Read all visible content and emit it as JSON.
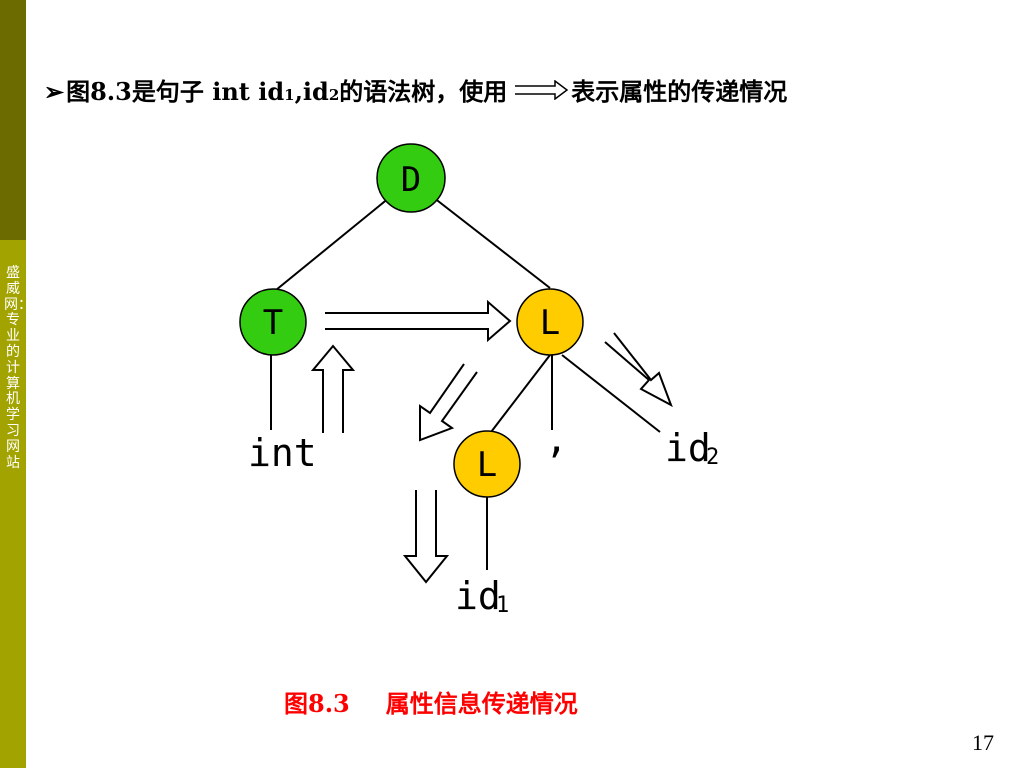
{
  "sidebar": {
    "text": "盛威网：专业的计算机学习网站"
  },
  "headline": {
    "bullet": "➢",
    "part1": "图8.3是句子 int id",
    "sub1": "1",
    "part2": ",id",
    "sub2": "2",
    "part3": "的语法树，使用",
    "part4": "表示属性的传递情况"
  },
  "tree": {
    "nodes": {
      "root": "D",
      "left": "T",
      "right": "L",
      "inner": "L"
    },
    "leaves": {
      "int": "int",
      "comma": ",",
      "id2_base": "id",
      "id2_sub": "2",
      "id1_base": "id",
      "id1_sub": "1"
    },
    "colors": {
      "green": "#33cc11",
      "yellow": "#ffcc00"
    }
  },
  "caption": {
    "fig": "图8.3",
    "text": "属性信息传递情况"
  },
  "page_number": "17"
}
